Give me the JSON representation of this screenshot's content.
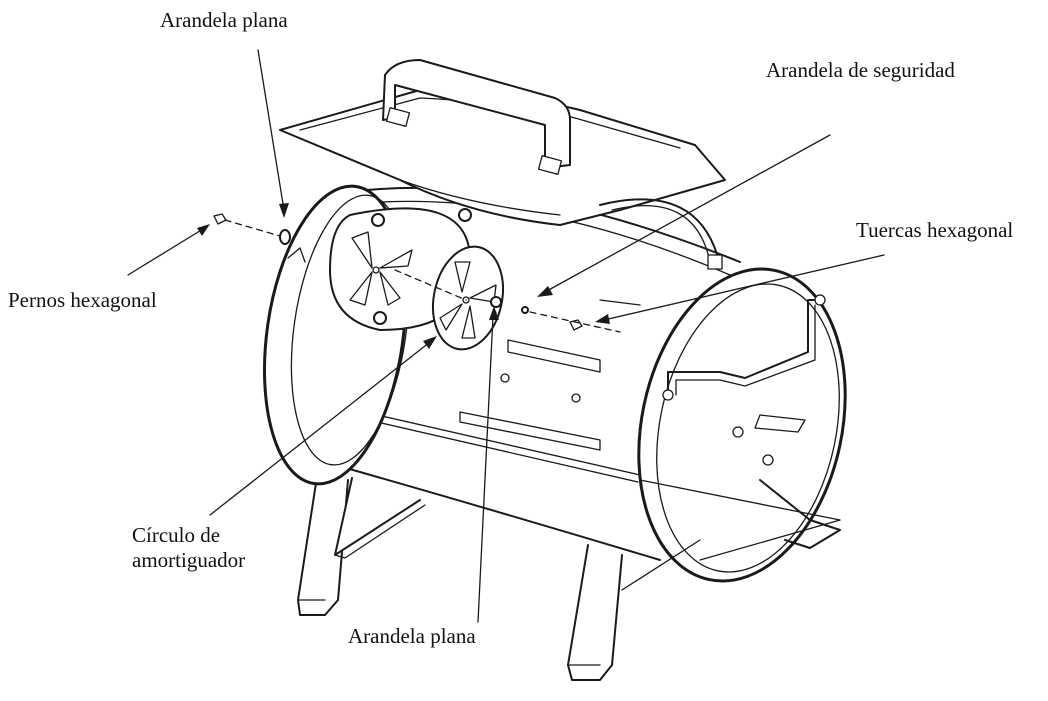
{
  "labels": {
    "flat_washer_top": "Arandela plana",
    "lock_washer": "Arandela de seguridad",
    "hex_nuts": "Tuercas hexagonal",
    "hex_bolts": "Pernos hexagonal",
    "damper_circle_line1": "Círculo de",
    "damper_circle_line2": "amortiguador",
    "flat_washer_bottom": "Arandela plana"
  },
  "colors": {
    "line": "#1a1a1a",
    "background": "#ffffff"
  }
}
